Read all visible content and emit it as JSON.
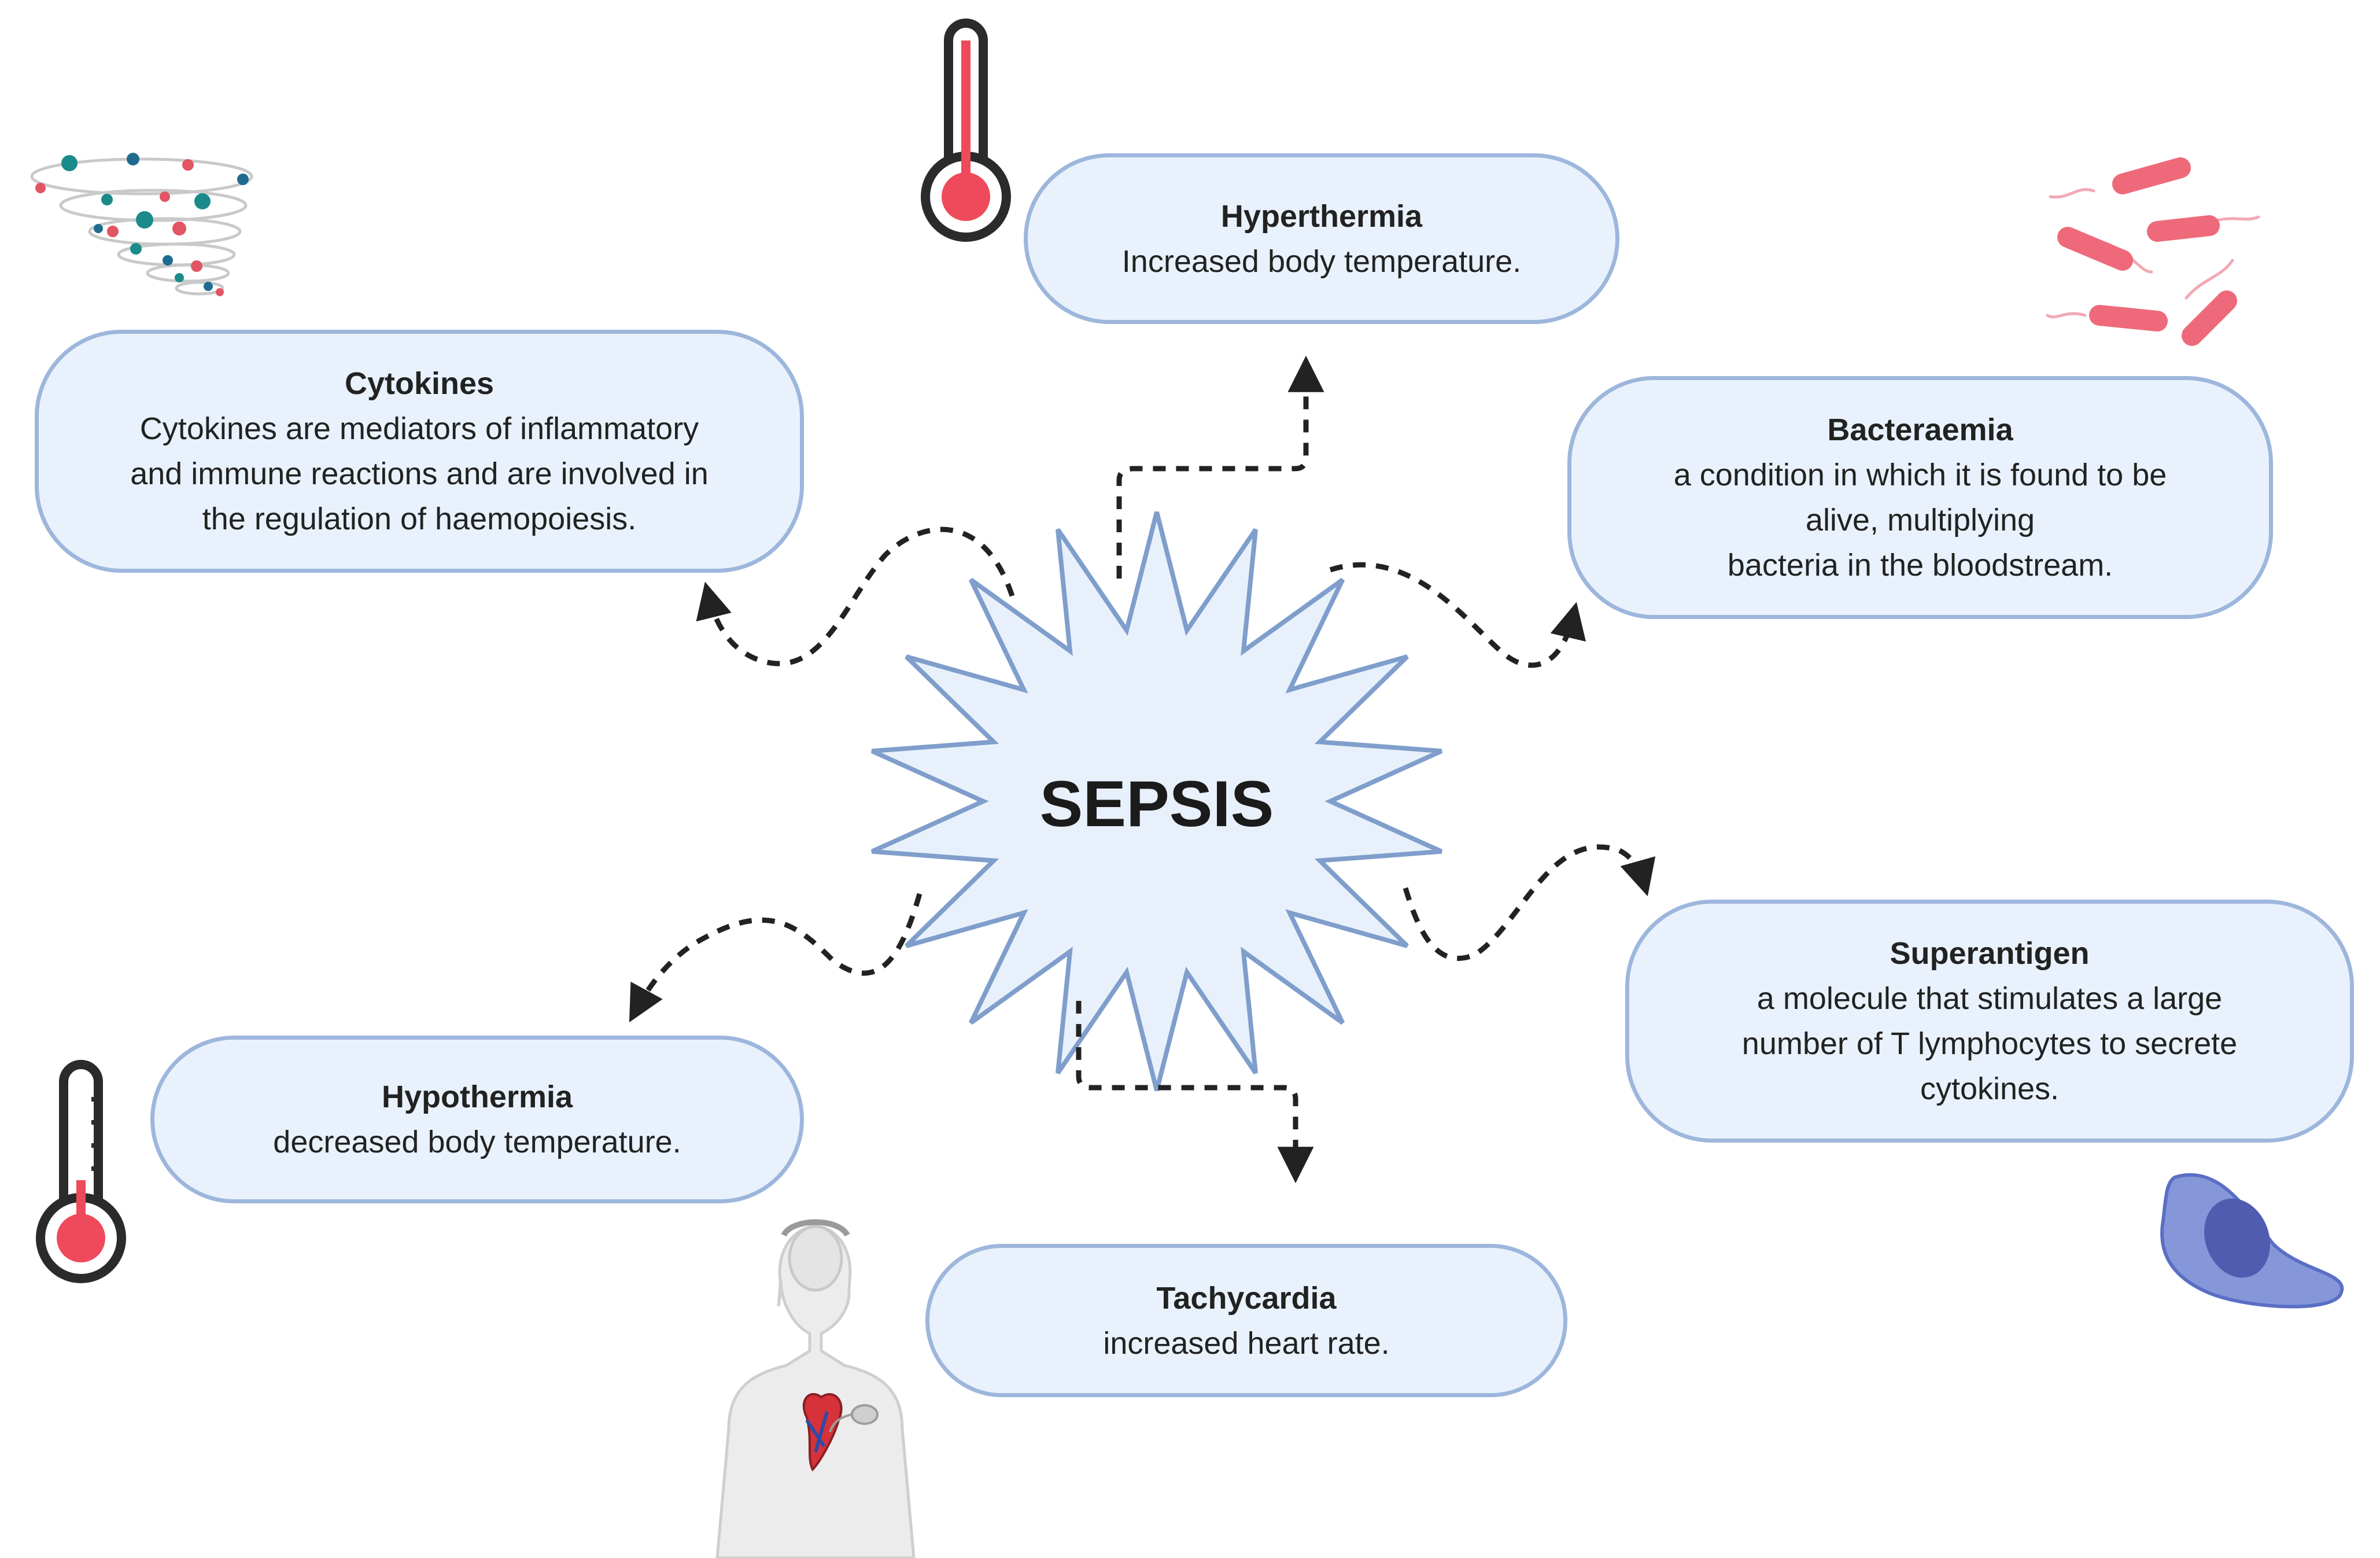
{
  "center": {
    "label": "SEPSIS"
  },
  "nodes": {
    "hyperthermia": {
      "title": "Hyperthermia",
      "desc": "Increased body temperature."
    },
    "cytokines": {
      "title": "Cytokines",
      "desc": "Cytokines are mediators of inflammatory\nand immune reactions and are involved in\nthe regulation of haemopoiesis."
    },
    "bacteraemia": {
      "title": "Bacteraemia",
      "desc": "a condition in which it is found to be\nalive, multiplying\nbacteria in the bloodstream."
    },
    "superantigen": {
      "title": "Superantigen",
      "desc": "a molecule that stimulates a large\nnumber of T lymphocytes to secrete\ncytokines."
    },
    "hypothermia": {
      "title": "Hypothermia",
      "desc": "decreased body temperature."
    },
    "tachycardia": {
      "title": "Tachycardia",
      "desc": "increased heart rate."
    }
  },
  "icons": [
    "thermometer-icon",
    "cytokine-swirl-icon",
    "bacteria-icon",
    "lymphocyte-cell-icon",
    "human-heart-icon"
  ],
  "colors": {
    "box_fill": "#e9f2fc",
    "box_border": "#9db6dc",
    "star_fill": "#e8f1fb",
    "star_stroke": "#7f9ecb",
    "thermo_red": "#ef4a5b",
    "bacteria_pink": "#ee6a7b",
    "cell_blue": "#7e90d6"
  }
}
